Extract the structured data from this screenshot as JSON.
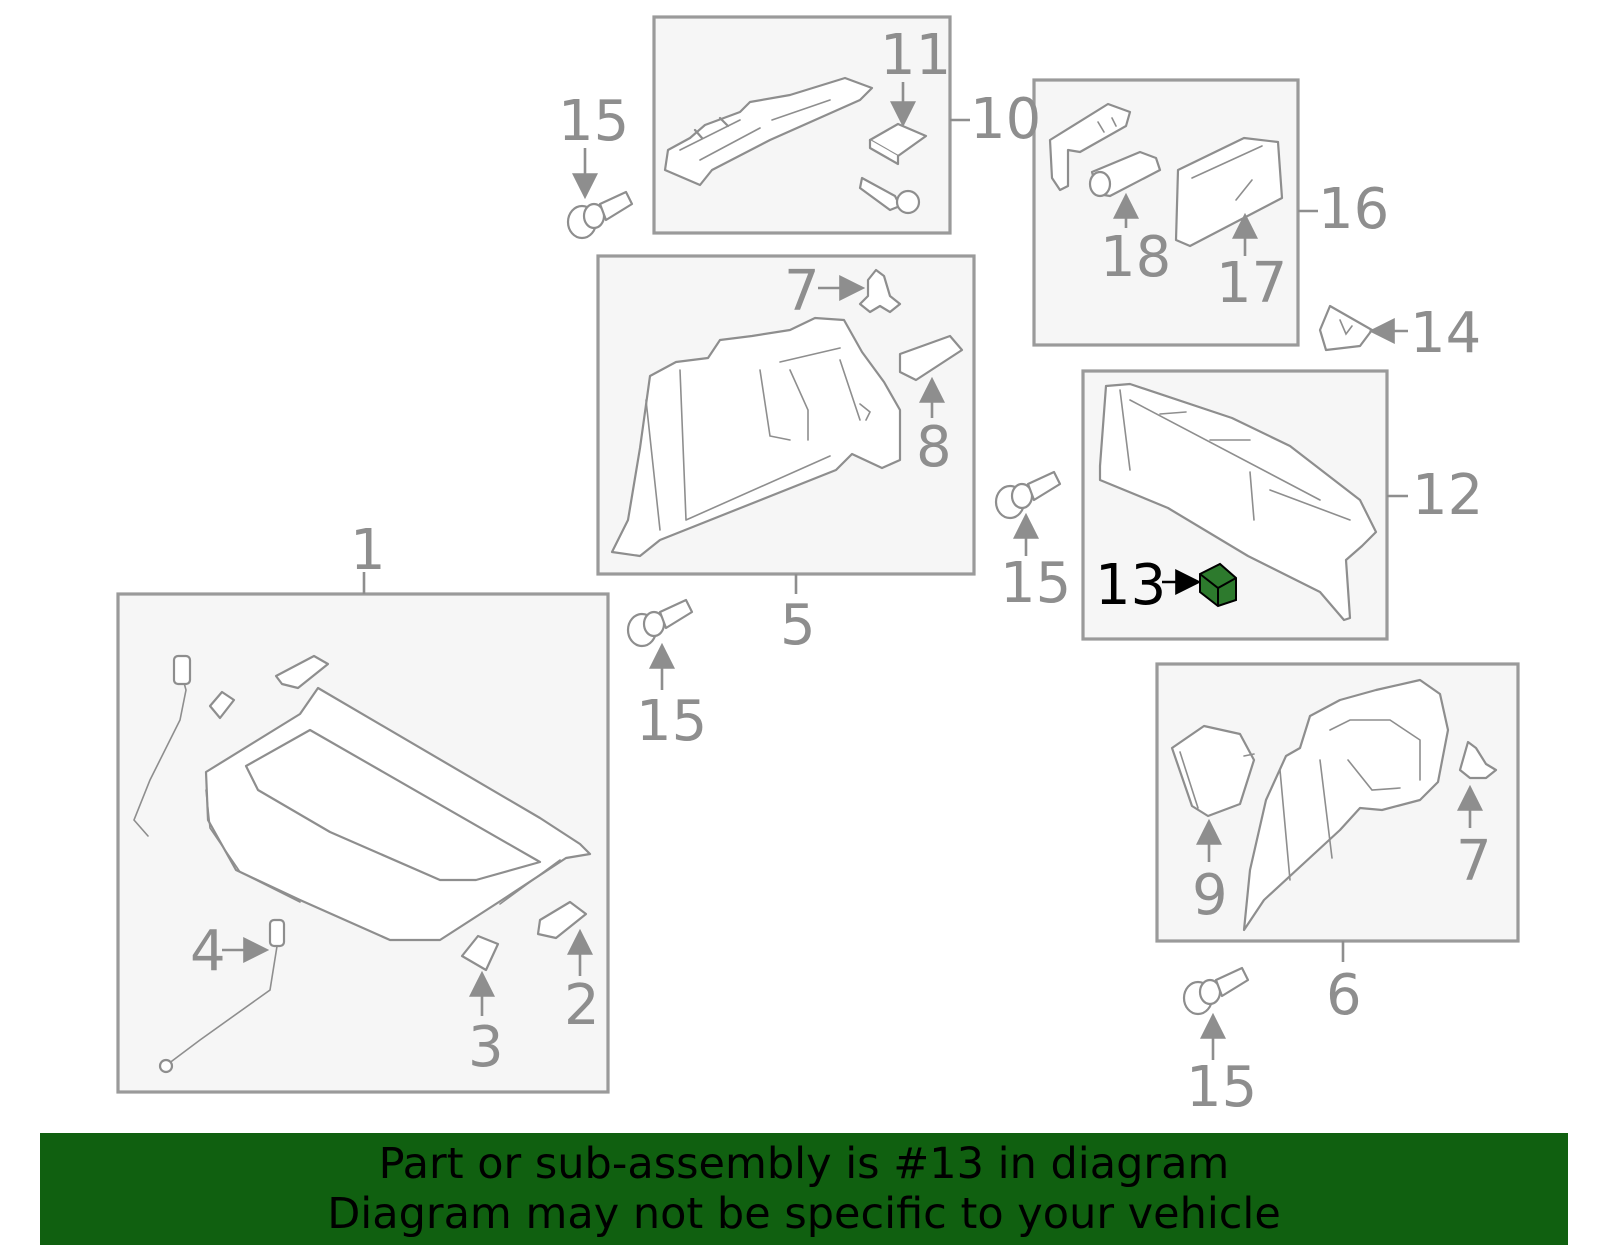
{
  "colors": {
    "banner_bg": "#106010",
    "highlight_part": "#2d7a2d",
    "line_gray": "#8e8e8e",
    "box_fill": "#f6f6f6"
  },
  "callouts": {
    "c1": "1",
    "c2": "2",
    "c3": "3",
    "c4": "4",
    "c5": "5",
    "c6": "6",
    "c7a": "7",
    "c7b": "7",
    "c8": "8",
    "c9": "9",
    "c10": "10",
    "c11": "11",
    "c12": "12",
    "c13": "13",
    "c14": "14",
    "c15a": "15",
    "c15b": "15",
    "c15c": "15",
    "c15d": "15",
    "c16": "16",
    "c17": "17",
    "c18": "18"
  },
  "highlighted_callout": "13",
  "banner": {
    "line1": "Part or sub-assembly is #13 in diagram",
    "line2": "Diagram may not be specific to your vehicle"
  }
}
